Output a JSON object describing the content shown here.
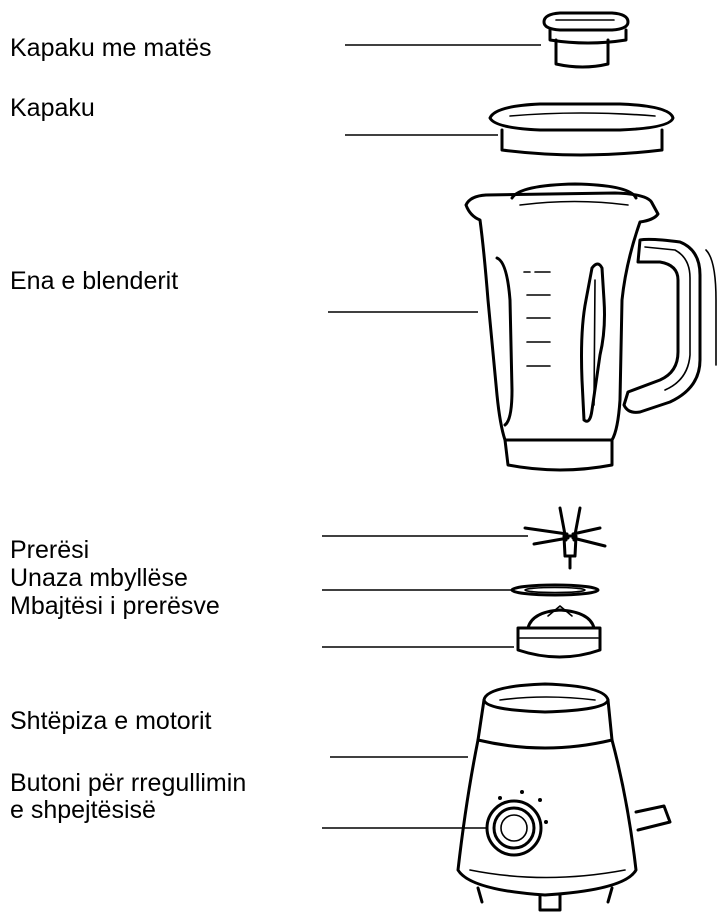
{
  "labels": {
    "measuring_cap": "Kapaku me matës",
    "lid": "Kapaku",
    "jug": "Ena e blenderit",
    "blade": "Prerësi",
    "sealing_ring": "Unaza mbyllëse",
    "blade_holder": "Mbajtësi i prerësve",
    "motor_housing": "Shtëpiza e motorit",
    "speed_knob_line1": "Butoni për rregullimin",
    "speed_knob_line2": "e shpejtësisë"
  }
}
